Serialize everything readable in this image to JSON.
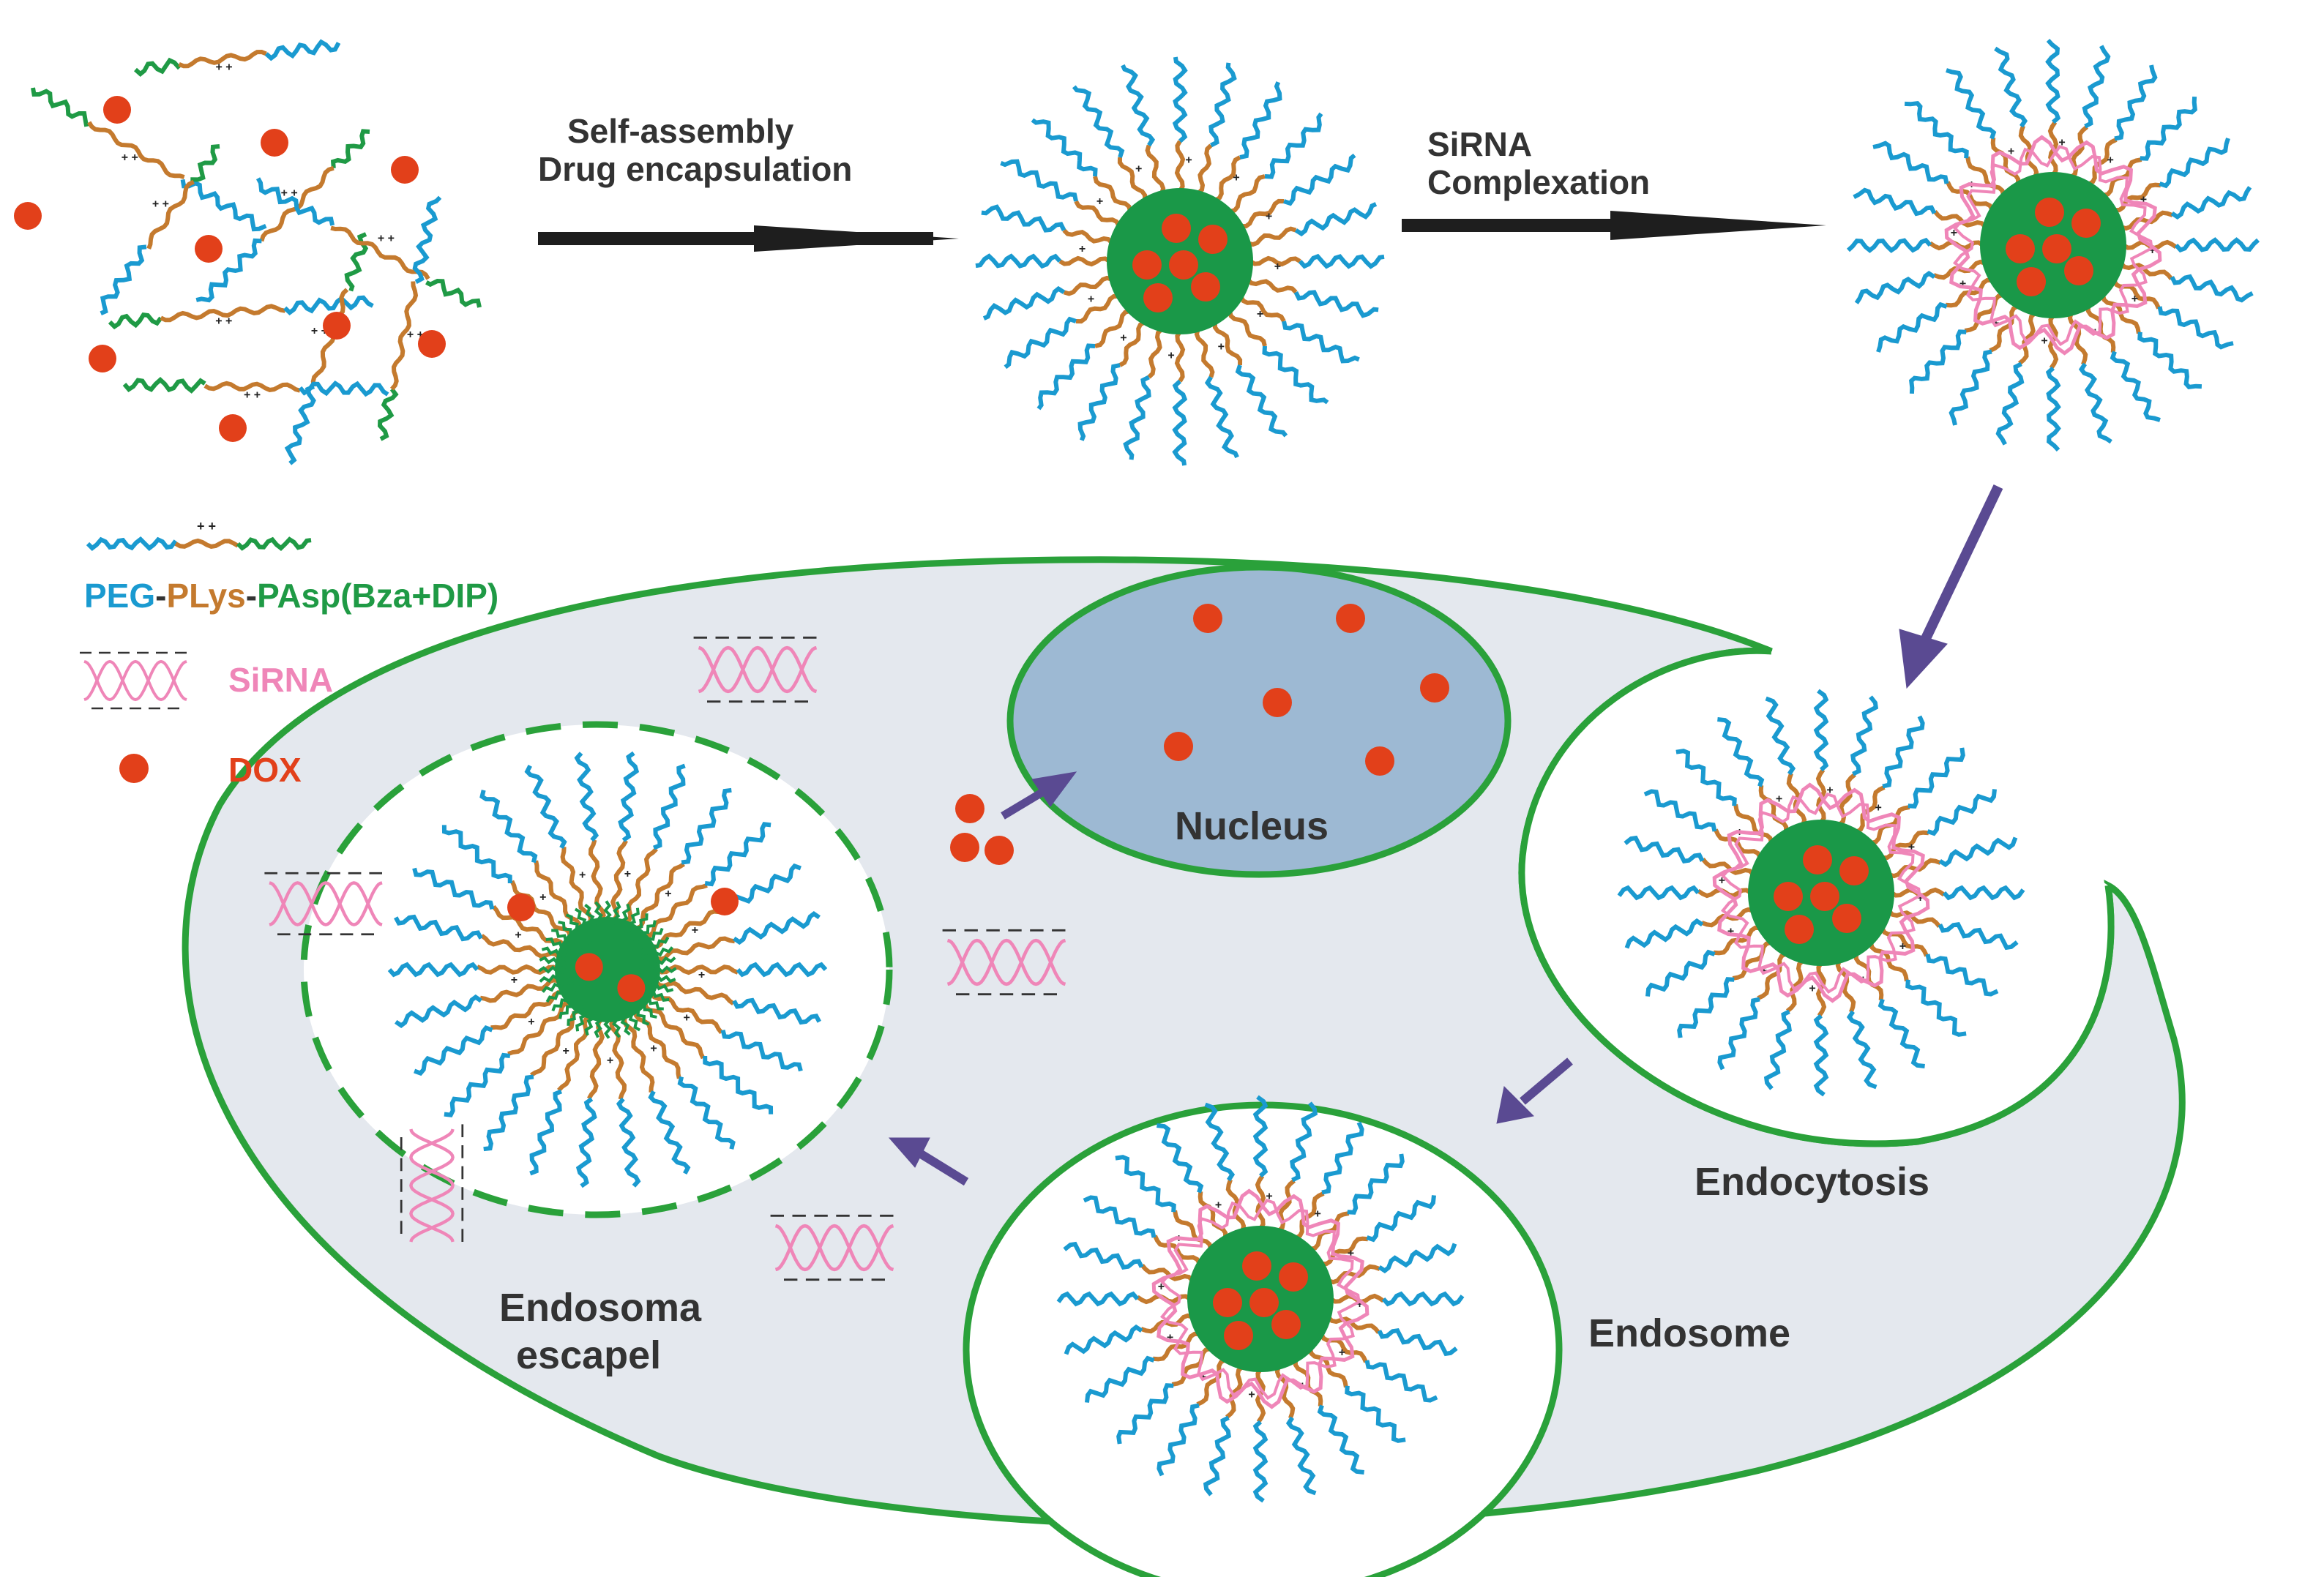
{
  "steps": {
    "step1_line1": "Self-assembly",
    "step1_line2": "Drug encapsulation",
    "step2_line1": "SiRNA",
    "step2_line2": "Complexation"
  },
  "legend": {
    "polymer_peg": "PEG",
    "dash1": "-",
    "polymer_plys": "PLys",
    "dash2": "-",
    "polymer_pasp": "PAsp(Bza+DIP)",
    "sirna": "SiRNA",
    "dox": "DOX"
  },
  "cell": {
    "nucleus": "Nucleus",
    "endocytosis": "Endocytosis",
    "endosome": "Endosome",
    "escape_line1": "Endosoma",
    "escape_line2": "escapel"
  },
  "colors": {
    "peg": "#1a9ad0",
    "plys": "#c47a2e",
    "pasp": "#1f9a45",
    "core": "#1a9848",
    "dox": "#e2401a",
    "sirna": "#ef86b8",
    "membrane": "#2aa13a",
    "cytoplasm": "#e4e8ee",
    "nucleus_fill": "#9db9d3",
    "arrow_dark": "#1e1e1e",
    "arrow_purple": "#5a4a92"
  }
}
